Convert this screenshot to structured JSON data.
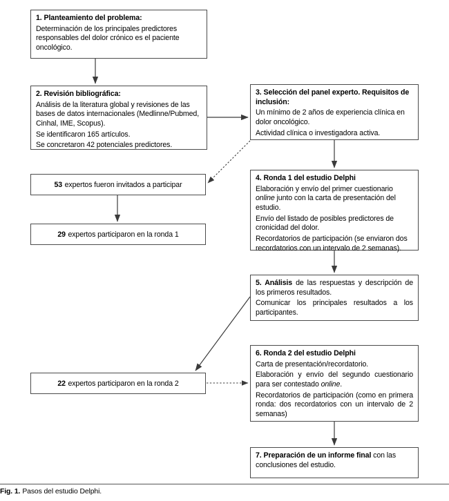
{
  "figure": {
    "caption_label": "Fig. 1.",
    "caption_text": "Pasos del estudio Delphi."
  },
  "nodes": {
    "step1": {
      "heading": "1.  Planteamiento del problema:",
      "line1": "Determinación de los principales predictores responsables del dolor crónico es el paciente oncológico."
    },
    "step2": {
      "heading": "2.  Revisión bibliográfica:",
      "line1": "Análisis de la literatura global y revisiones de las bases de datos internacionales (Medlinne/Pubmed, Cinhal, IME, Scopus).",
      "line2": "Se identificaron 165 artículos.",
      "line3": "Se concretaron 42 potenciales predictores."
    },
    "step3": {
      "heading": "3.  Selección del panel experto. Requisitos de inclusión:",
      "line1": "Un mínimo de 2 años de experiencia clínica en dolor oncológico.",
      "line2": "Actividad clínica o investigadora activa."
    },
    "step4": {
      "heading": "4.  Ronda 1 del estudio Delphi",
      "line1_a": "Elaboración y envío del primer cuestionario ",
      "line1_em": "online",
      "line1_b": " junto con la carta de presentación del estudio.",
      "line2": "Envío del listado de posibles predictores de cronicidad del dolor.",
      "line3": "Recordatorios de participación (se enviaron dos recordatorios con un intervalo de 2 semanas)."
    },
    "step5": {
      "heading": "5.  Análisis",
      "heading_rest": " de las respuestas y descripción de los primeros resultados.",
      "line1": "Comunicar los principales resultados a los participantes."
    },
    "step6": {
      "heading": "6.  Ronda 2 del estudio Delphi",
      "line1": "Carta de presentación/recordatorio.",
      "line2_a": "Elaboración y envío del segundo cuestionario para ser contestado ",
      "line2_em": "online",
      "line2_b": ".",
      "line3": "Recordatorios de participación (como en primera ronda: dos recordatorios con un intervalo de 2 semanas)"
    },
    "step7": {
      "heading": "7.  Preparación de un informe final",
      "heading_rest": " con las conclusiones del estudio."
    },
    "invited": {
      "number": "53",
      "text": "expertos fueron invitados a participar"
    },
    "round1_participants": {
      "number": "29",
      "text": "expertos participaron en la ronda 1"
    },
    "round2_participants": {
      "number": "22",
      "text": "expertos participaron en la ronda 2"
    }
  },
  "connectors": [
    {
      "name": "step1-to-step2",
      "style": "solid"
    },
    {
      "name": "step2-to-step3",
      "style": "solid"
    },
    {
      "name": "step3-to-step4",
      "style": "solid"
    },
    {
      "name": "step3-to-invited",
      "style": "dotted"
    },
    {
      "name": "invited-to-round1-participants",
      "style": "solid"
    },
    {
      "name": "step4-to-step5",
      "style": "solid"
    },
    {
      "name": "step5-to-round2-participants",
      "style": "solid"
    },
    {
      "name": "round2-participants-to-step6",
      "style": "dotted"
    },
    {
      "name": "step6-to-step7",
      "style": "solid"
    }
  ],
  "colors": {
    "border": "#4a4a4a",
    "line": "#3b3b3b",
    "text": "#000000",
    "background": "#ffffff"
  }
}
